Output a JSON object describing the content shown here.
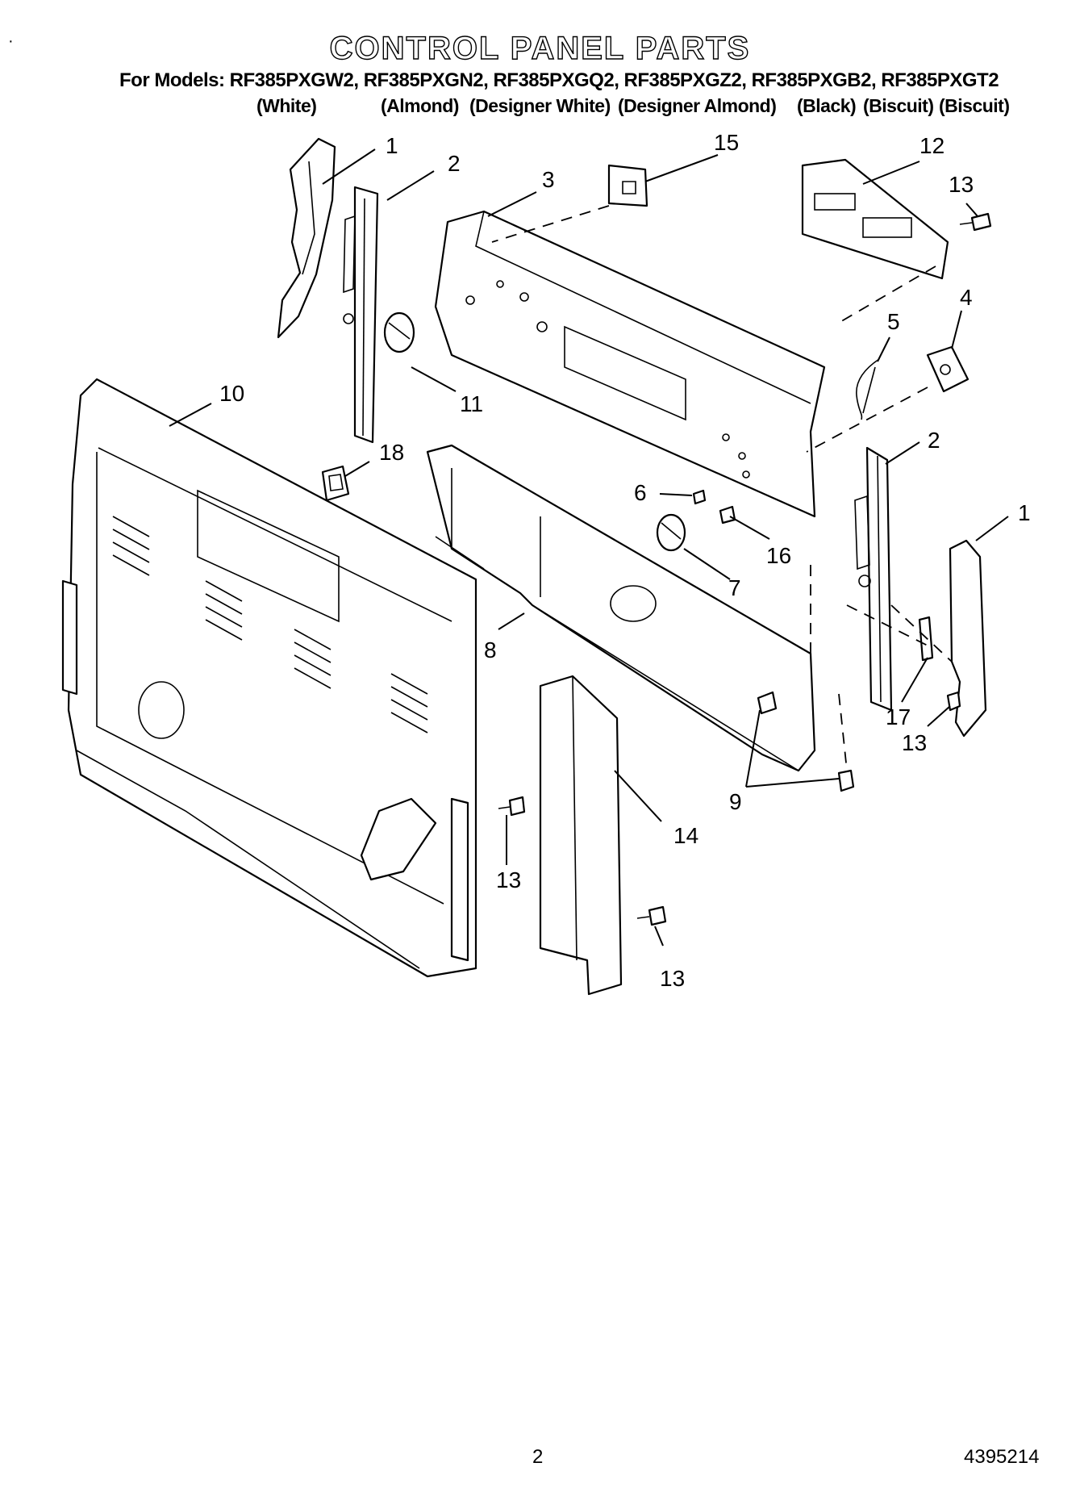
{
  "header": {
    "title": "CONTROL PANEL PARTS",
    "models_line": "For Models: RF385PXGW2, RF385PXGN2, RF385PXGQ2, RF385PXGZ2, RF385PXGB2, RF385PXGT2",
    "colors": [
      "(White)",
      "(Almond)",
      "(Designer White)",
      "(Designer Almond)",
      "(Black)",
      "(Biscuit)",
      "(Biscuit)"
    ]
  },
  "callouts": {
    "c1a": "1",
    "c2a": "2",
    "c3": "3",
    "c15": "15",
    "c12": "12",
    "c13a": "13",
    "c5": "5",
    "c4": "4",
    "c11": "11",
    "c10": "10",
    "c18": "18",
    "c2b": "2",
    "c6": "6",
    "c16": "16",
    "c1b": "1",
    "c7": "7",
    "c8": "8",
    "c17": "17",
    "c13b": "13",
    "c9": "9",
    "c14": "14",
    "c13c": "13",
    "c13d": "13"
  },
  "footer": {
    "page": "2",
    "doc_number": "4395214"
  }
}
